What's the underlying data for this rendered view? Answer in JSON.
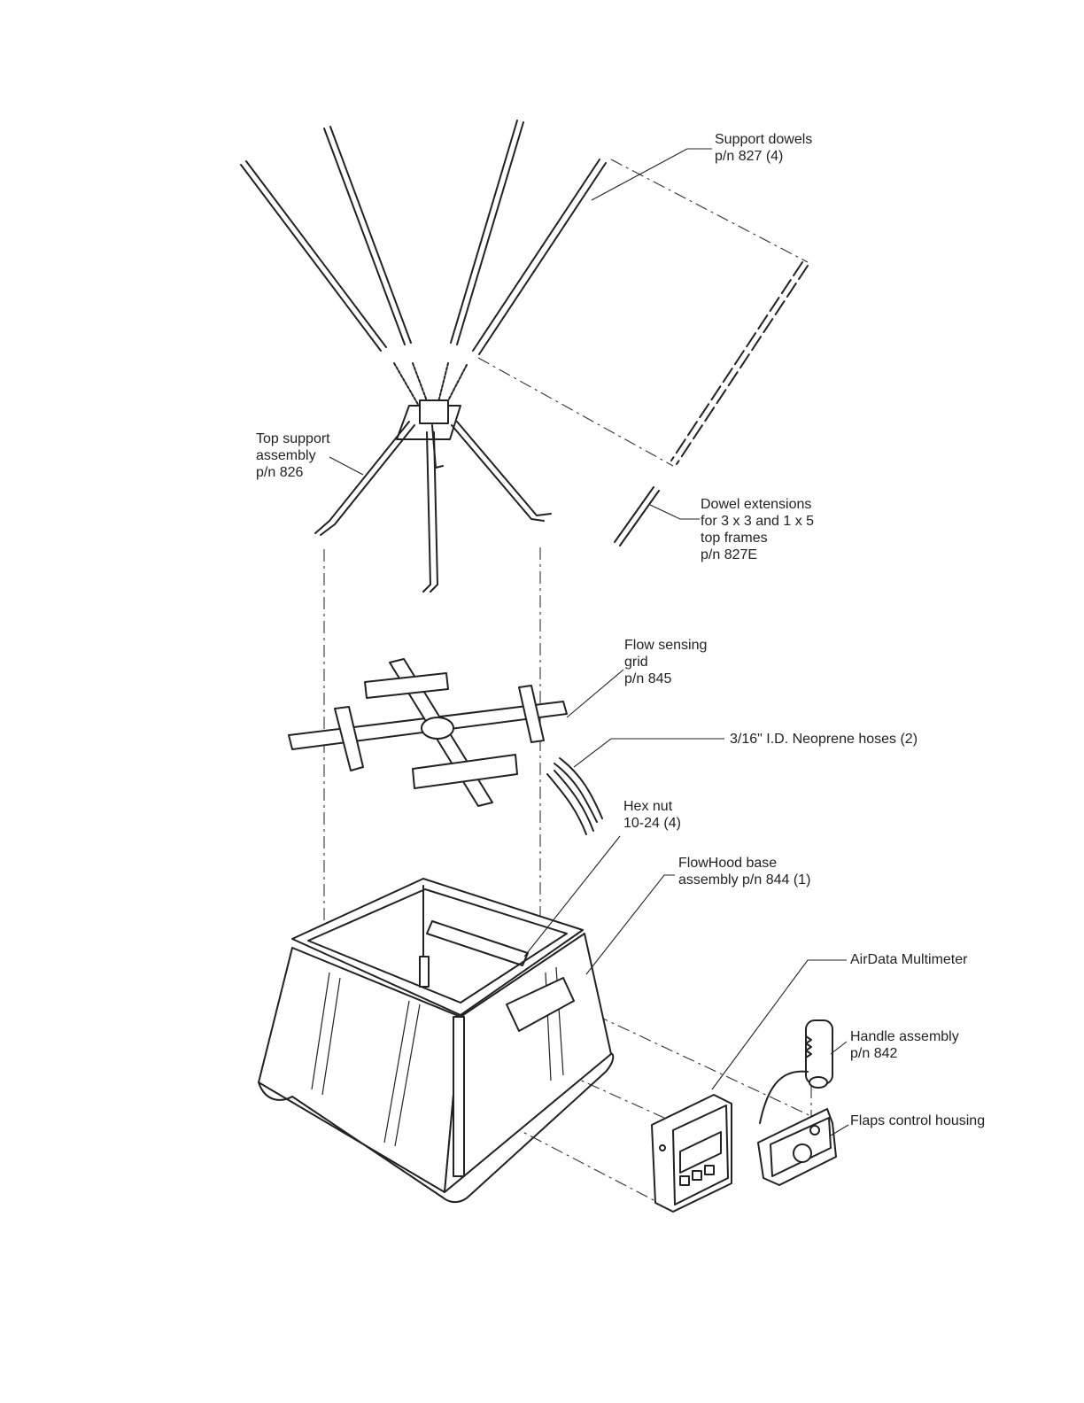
{
  "labels": {
    "support_dowels": [
      "Support dowels",
      "p/n  827  (4)"
    ],
    "top_support": [
      "Top support",
      "assembly",
      "p/n 826"
    ],
    "dowel_extensions": [
      "Dowel extensions",
      "for 3 x 3 and 1 x 5",
      "top frames",
      "p/n 827E"
    ],
    "flow_grid": [
      "Flow sensing",
      "grid",
      "p/n 845"
    ],
    "neoprene_hoses": [
      "3/16\" I.D. Neoprene hoses (2)"
    ],
    "hex_nut": [
      "Hex nut",
      "10-24 (4)"
    ],
    "base_assembly": [
      "FlowHood base",
      "assembly p/n 844 (1)"
    ],
    "multimeter": [
      "AirData Multimeter"
    ],
    "handle_assembly": [
      "Handle assembly",
      "p/n 842"
    ],
    "flaps_housing": [
      "Flaps control housing"
    ]
  }
}
